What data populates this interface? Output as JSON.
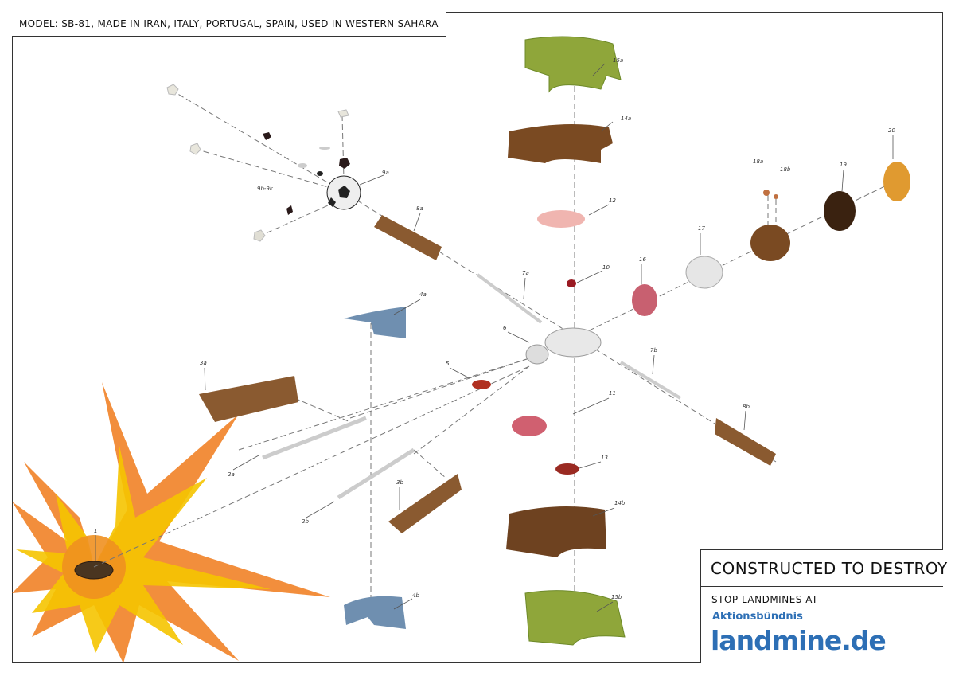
{
  "model_text": "MODEL: SB-81, MADE IN IRAN, ITALY, PORTUGAL, SPAIN, USED IN WESTERN SAHARA",
  "title": "CONSTRUCTED TO DESTROY",
  "subtitle": "STOP LANDMINES AT",
  "logo": {
    "small": "Aktionsbündnis",
    "big": "landmine.de"
  },
  "labels": [
    "15a",
    "14a",
    "20",
    "18a",
    "18b",
    "19",
    "9a",
    "9b-9k",
    "8a",
    "12",
    "17",
    "16",
    "10",
    "7a",
    "4a",
    "6",
    "3a",
    "5",
    "7b",
    "11",
    "8b",
    "2a",
    "13",
    "3b",
    "2b",
    "14b",
    "1",
    "4b",
    "15b"
  ],
  "colors": {
    "skin": "#8a5a30",
    "blast_yellow": "#f5c400",
    "blast_orange": "#f07a1a",
    "logo_blue": "#2d6fb5",
    "shirt_green": "#8fa63a",
    "jeans_blue": "#6f8fb0"
  }
}
